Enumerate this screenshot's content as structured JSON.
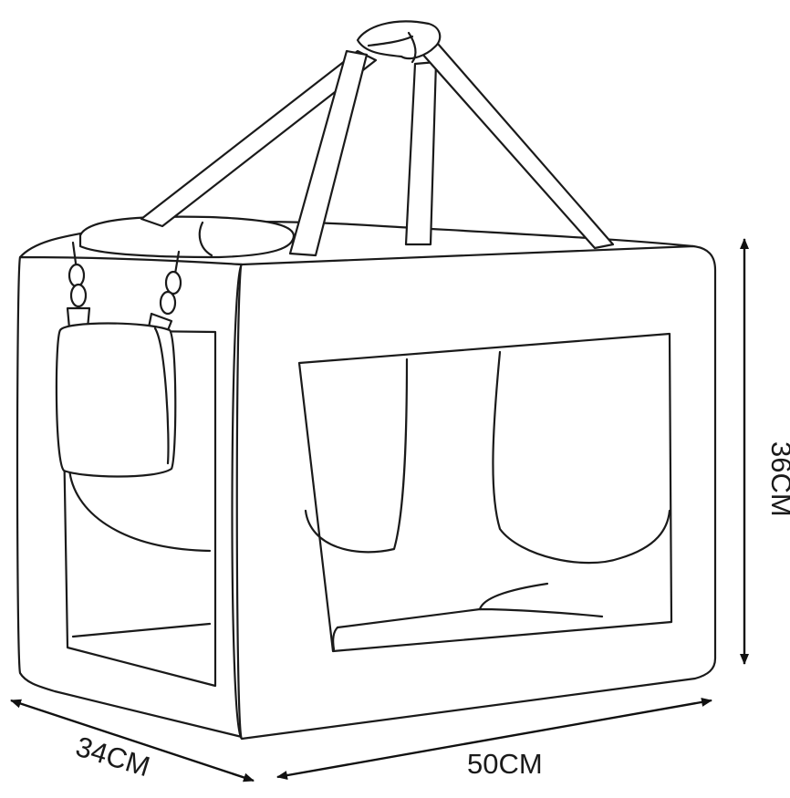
{
  "dimensions": {
    "depth": "34CM",
    "width": "50CM",
    "height": "36CM"
  },
  "colors": {
    "line": "#1a1a1a",
    "background": "#ffffff"
  }
}
